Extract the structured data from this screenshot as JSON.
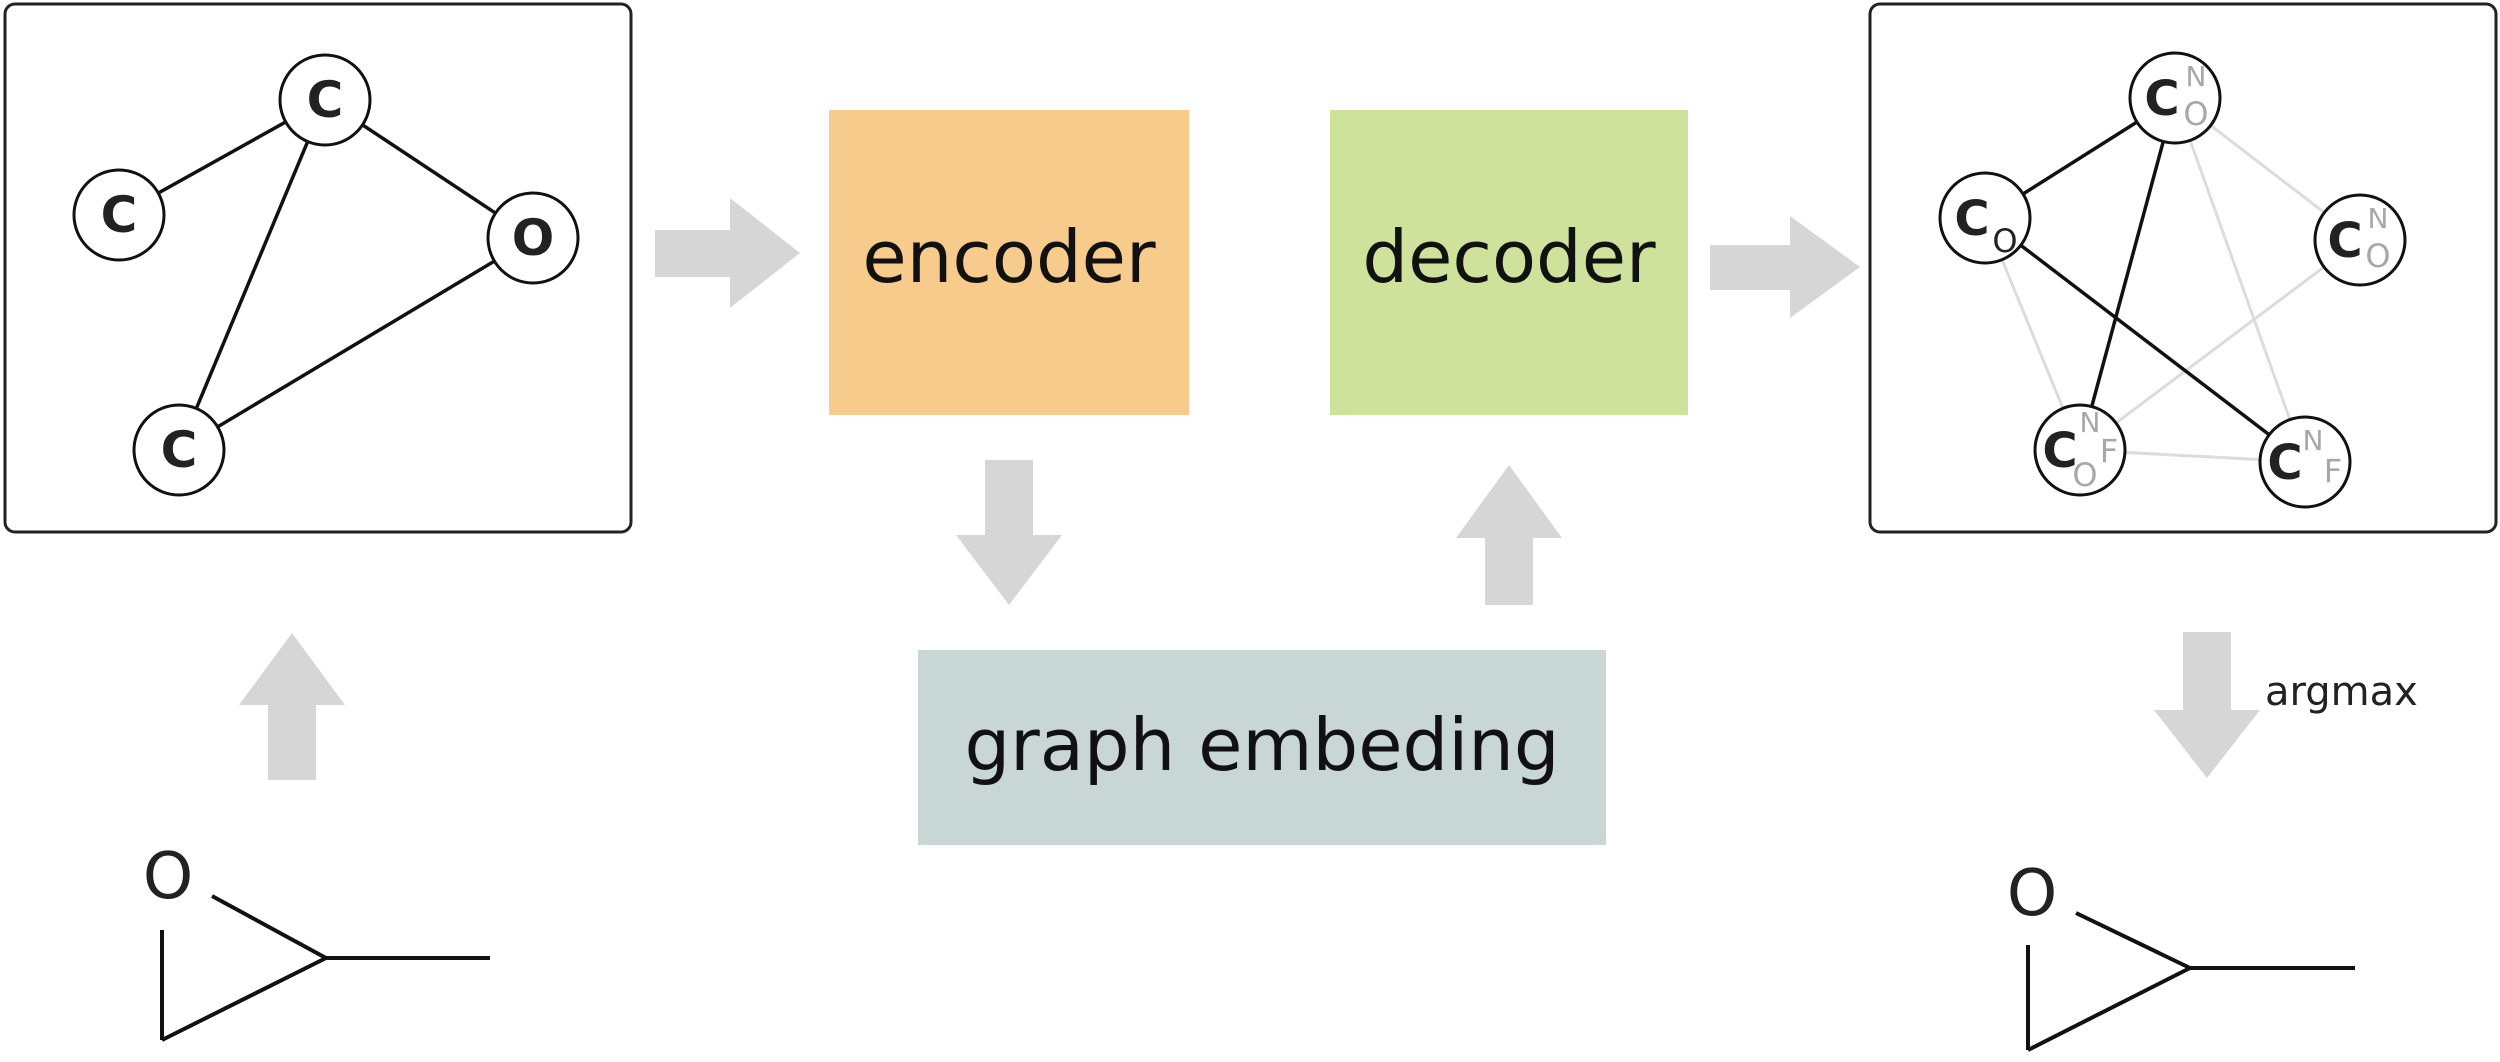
{
  "input_graph": {
    "atoms": [
      "C",
      "C",
      "O",
      "C"
    ]
  },
  "encoder": {
    "label": "encoder",
    "color": "#f7cb8b"
  },
  "decoder": {
    "label": "decoder",
    "color": "#cfe29b"
  },
  "embedding": {
    "label": "graph embeding",
    "color": "#c8d6d4"
  },
  "output_graph": {
    "atoms": [
      {
        "main": "C",
        "subs": [
          "N",
          "O"
        ]
      },
      {
        "main": "C",
        "subs": [
          "O"
        ]
      },
      {
        "main": "C",
        "subs": [
          "N",
          "O"
        ]
      },
      {
        "main": "C",
        "subs": [
          "N",
          "O",
          "F"
        ]
      },
      {
        "main": "C",
        "subs": [
          "N",
          "F"
        ]
      }
    ]
  },
  "argmax_label": "argmax",
  "input_molecule": {
    "atom": "O"
  },
  "output_molecule": {
    "atom": "O"
  },
  "colors": {
    "arrow": "#d6d6d6",
    "box_border": "#222222",
    "faded_edge": "#dcdcdc",
    "faded_text": "#a8a8a8"
  }
}
